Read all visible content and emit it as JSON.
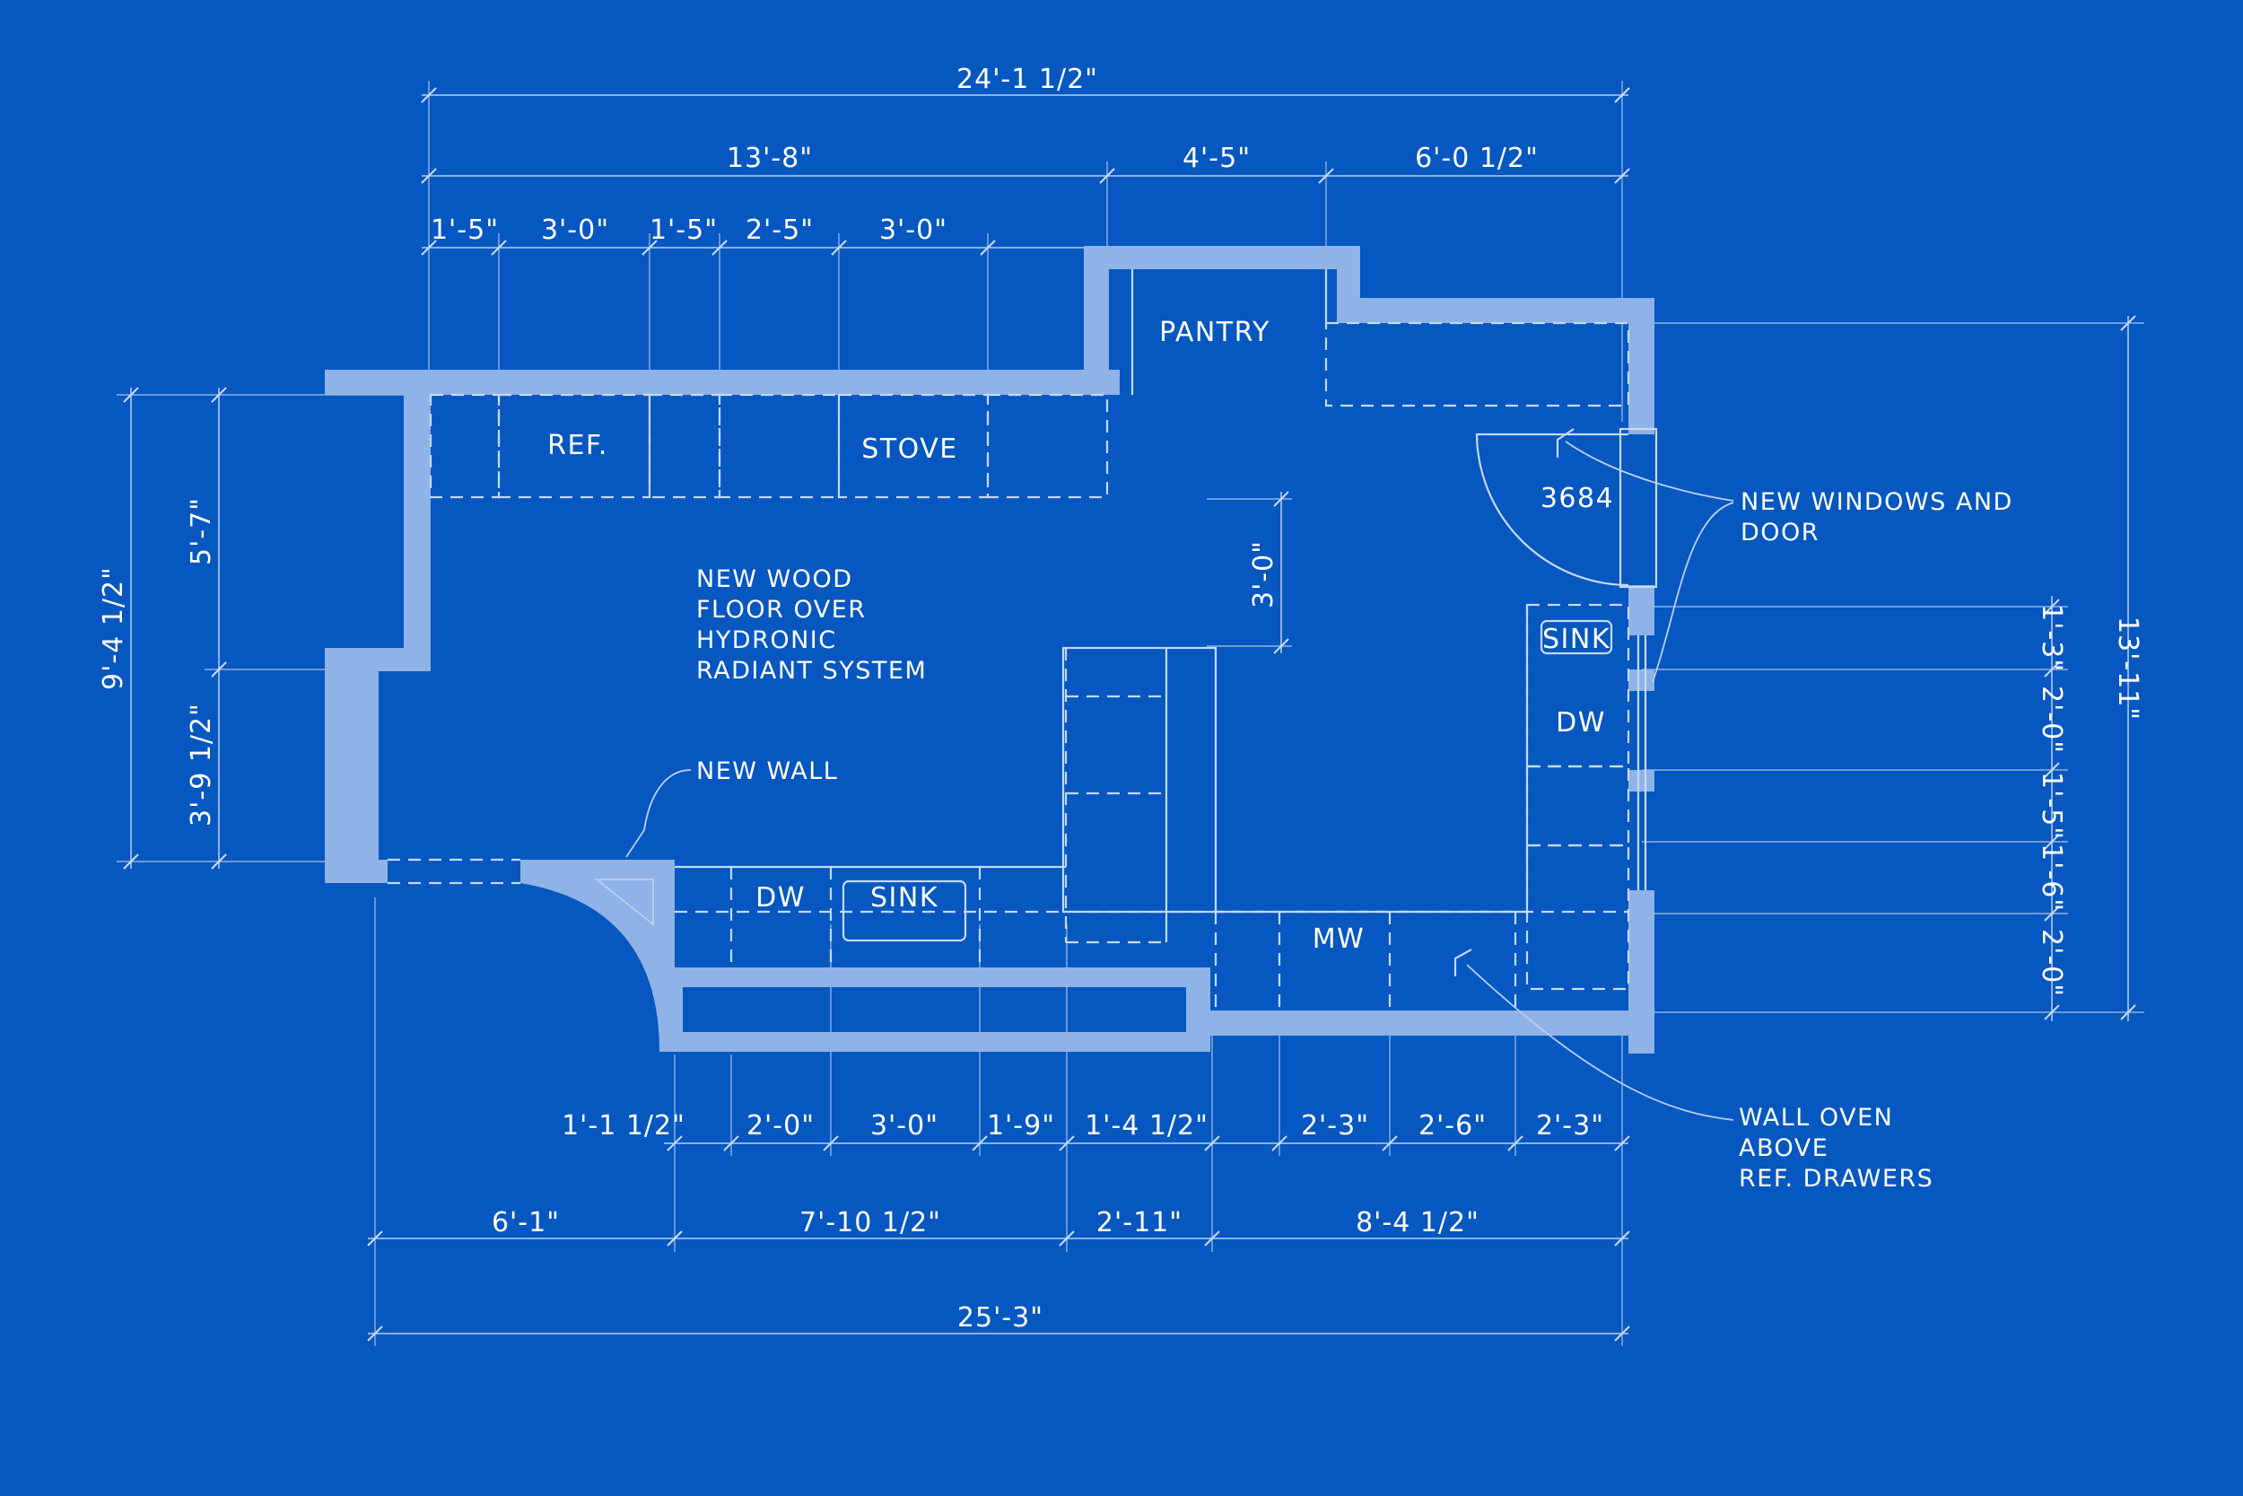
{
  "colors": {
    "background": "#0657bf",
    "wall": "#8fb3e6",
    "line": "#c5d9f4"
  },
  "dimensions": {
    "top_overall": "24'-1 1/2\"",
    "top_seg": [
      "13'-8\"",
      "4'-5\"",
      "6'-0 1/2\""
    ],
    "top_cab": [
      "1'-5\"",
      "3'-0\"",
      "1'-5\"",
      "2'-5\"",
      "3'-0\""
    ],
    "left_overall": "9'-4 1/2\"",
    "left_seg": [
      "5'-7\"",
      "3'-9 1/2\""
    ],
    "right_overall": "13'-11\"",
    "right_seg": [
      "1'-3\"",
      "2'-0\"",
      "1'-5\"",
      "1'-6\"",
      "2'-0\""
    ],
    "inner_vertical": "3'-0\"",
    "bottom_cab": [
      "1'-1 1/2\"",
      "2'-0\"",
      "3'-0\"",
      "1'-9\"",
      "1'-4 1/2\"",
      "2'-3\"",
      "2'-6\"",
      "2'-3\""
    ],
    "bottom_seg": [
      "6'-1\"",
      "7'-10 1/2\"",
      "2'-11\"",
      "8'-4 1/2\""
    ],
    "bottom_overall": "25'-3\""
  },
  "rooms": {
    "pantry": "PANTRY",
    "ref": "REF.",
    "stove": "STOVE",
    "sink_right": "SINK",
    "dw_right": "DW",
    "door_code": "3684",
    "dw_bottom": "DW",
    "sink_bottom": "SINK",
    "mw": "MW"
  },
  "notes": {
    "floor": [
      "NEW WOOD",
      "FLOOR OVER",
      "HYDRONIC",
      "RADIANT SYSTEM"
    ],
    "new_wall": "NEW WALL",
    "windows": [
      "NEW WINDOWS AND",
      "DOOR"
    ],
    "oven": [
      "WALL OVEN",
      "ABOVE",
      "REF. DRAWERS"
    ]
  }
}
